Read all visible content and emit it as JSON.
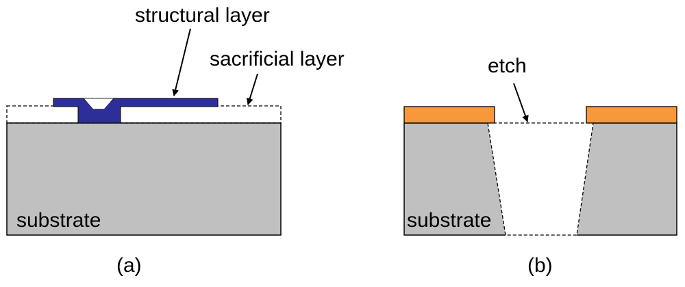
{
  "panel_a": {
    "labels": {
      "structural": "structural layer",
      "sacrificial": "sacrificial layer",
      "substrate": "substrate"
    },
    "caption": "(a)"
  },
  "panel_b": {
    "labels": {
      "etch": "etch",
      "substrate": "substrate"
    },
    "caption": "(b)"
  },
  "colors": {
    "substrate": "#c0c0c0",
    "structural": "#2e2e9a",
    "mask": "#f7983a",
    "outline": "#000000"
  }
}
